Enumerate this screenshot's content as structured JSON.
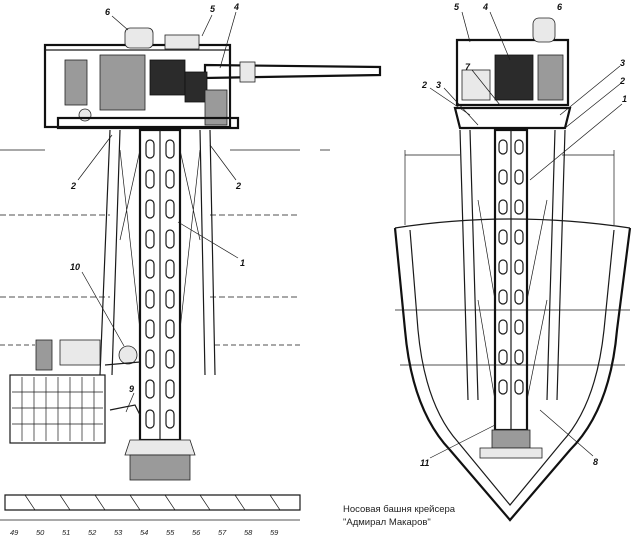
{
  "caption": {
    "line1": "Носовая башня крейсера",
    "line2": "\"Адмирал Макаров\""
  },
  "left_view": {
    "callouts": [
      "6",
      "5",
      "4",
      "2",
      "2",
      "1",
      "10",
      "9"
    ],
    "frame_numbers": [
      "49",
      "50",
      "51",
      "52",
      "53",
      "54",
      "55",
      "56",
      "57",
      "58",
      "59"
    ]
  },
  "right_view": {
    "callouts": [
      "5",
      "4",
      "6",
      "2",
      "3",
      "7",
      "3",
      "2",
      "1",
      "11",
      "8"
    ]
  }
}
